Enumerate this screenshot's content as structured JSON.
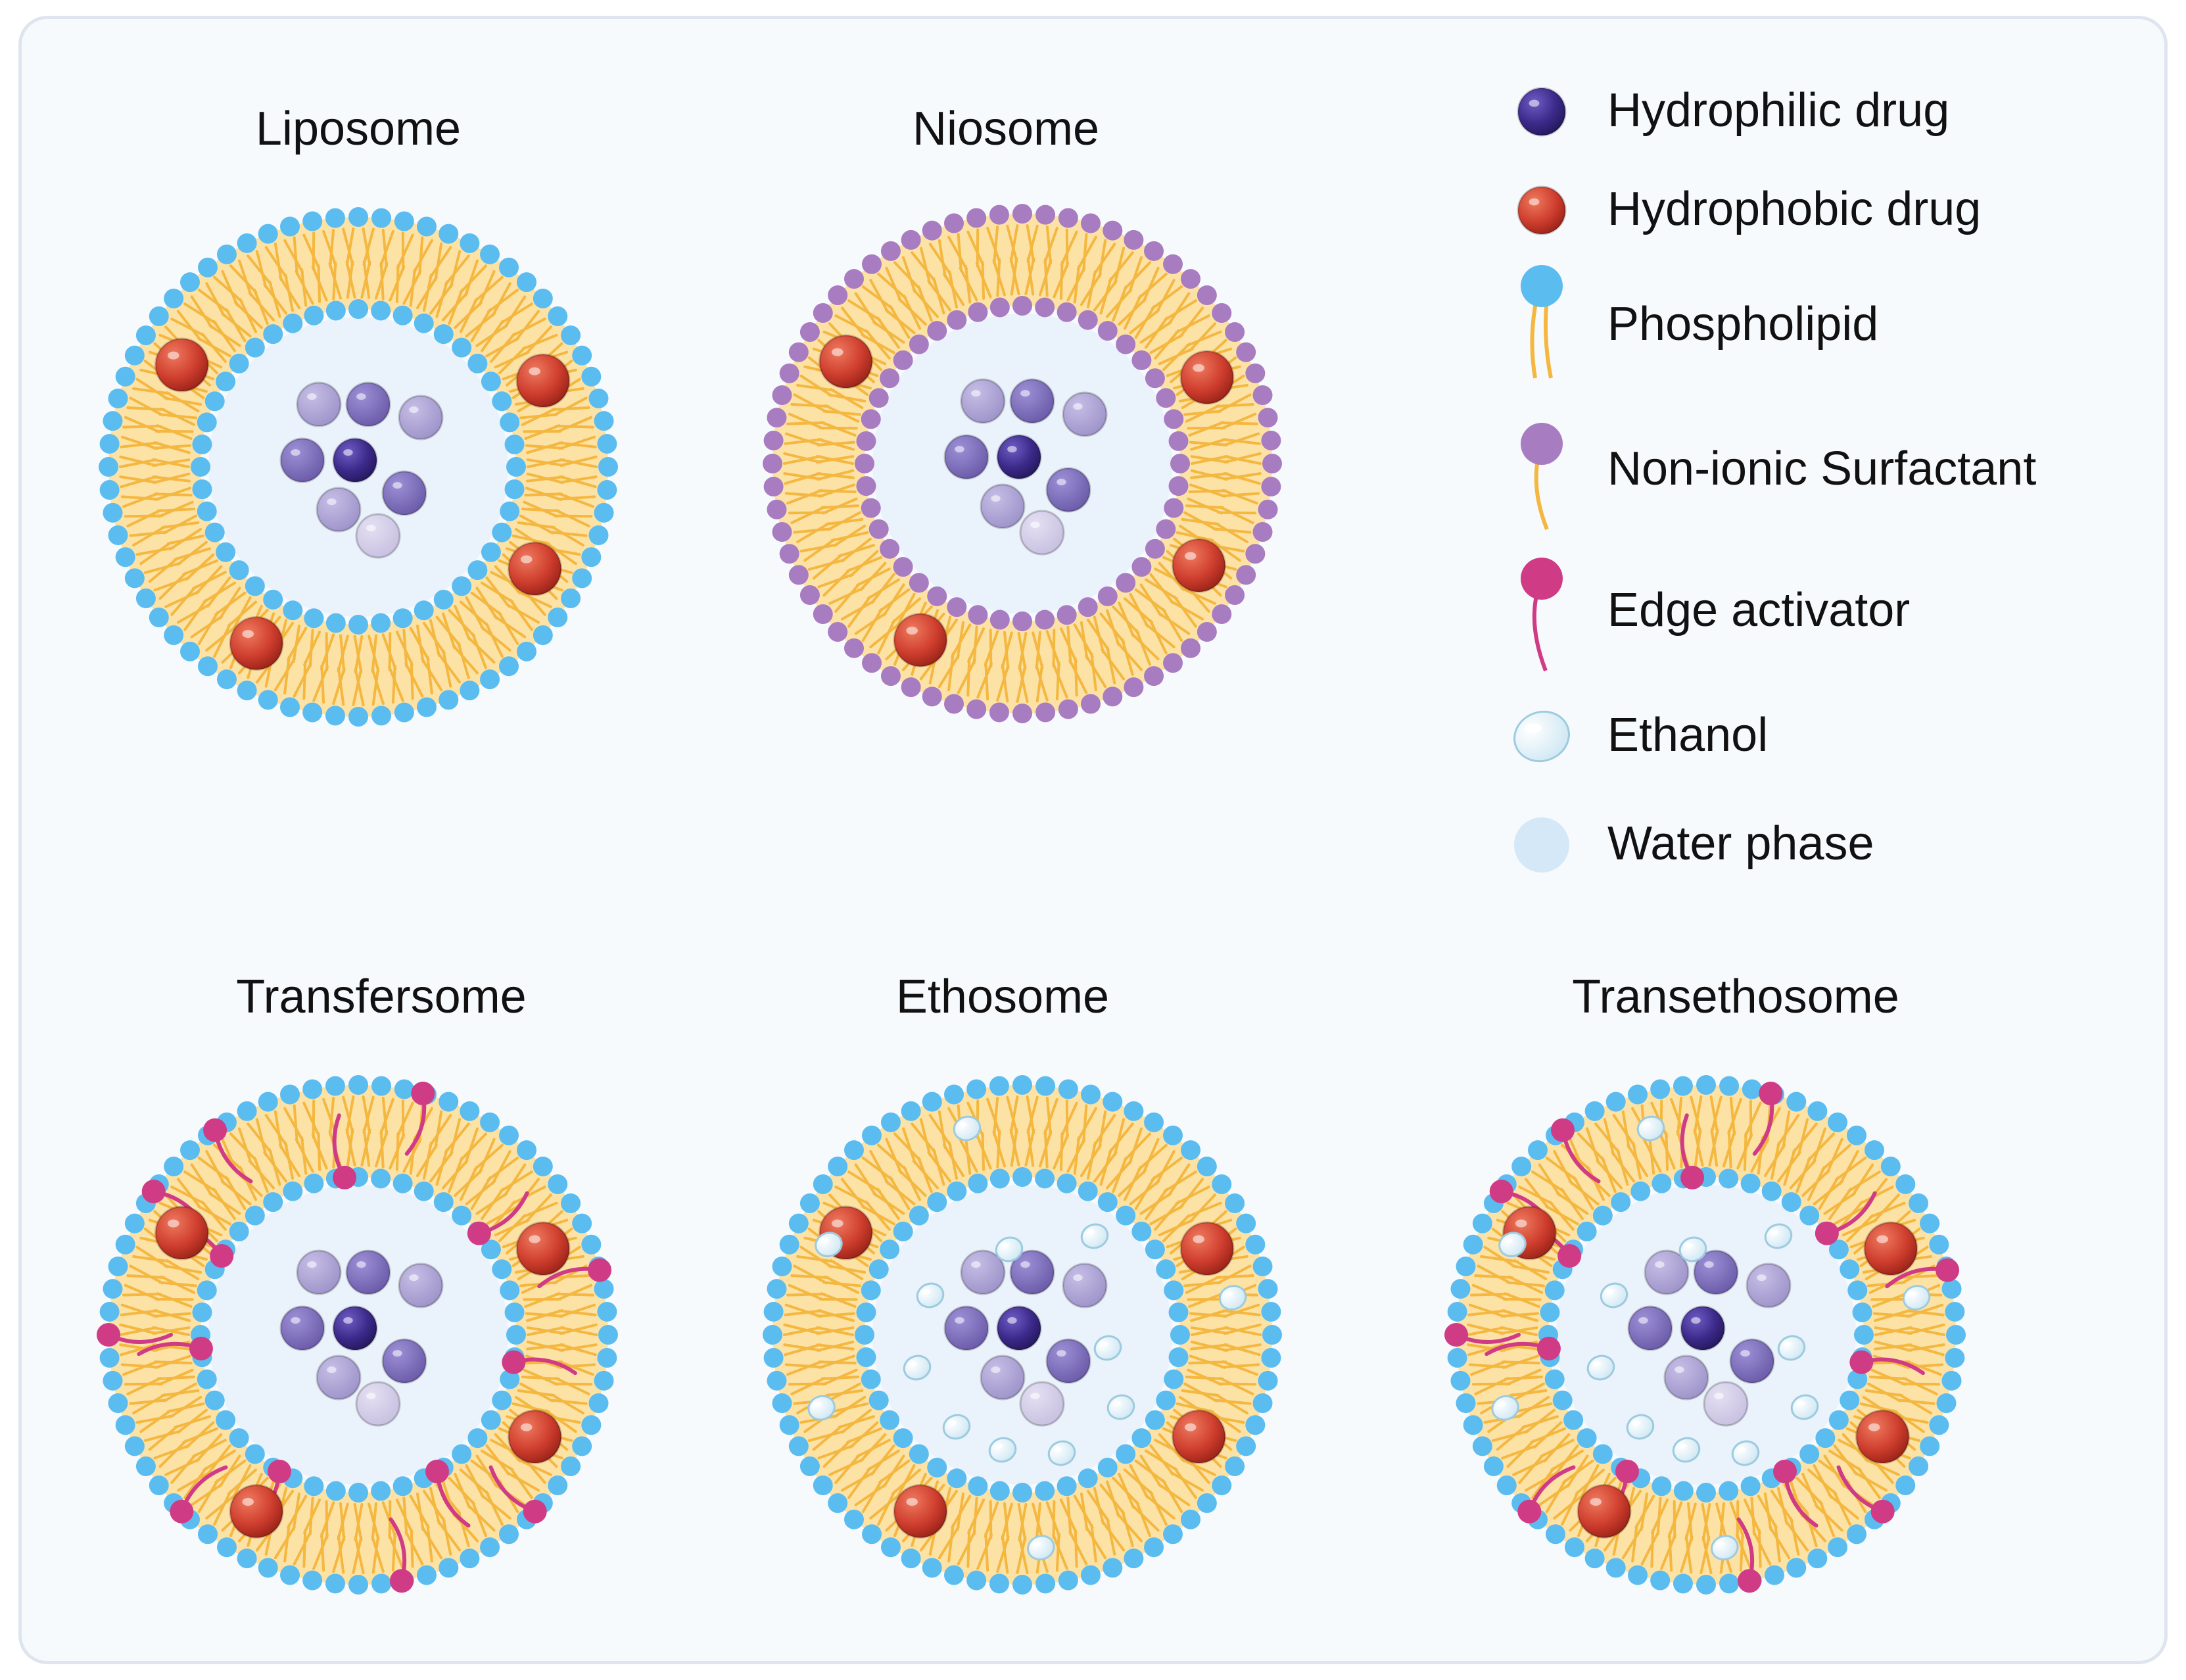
{
  "colors": {
    "background": "#f7fafd",
    "frame_border": "#dfe5ee",
    "phospholipid_head": "#5bbcf0",
    "surfactant_head": "#a87cc0",
    "lipid_tail": "#f4b740",
    "bilayer_fill": "#fde2a6",
    "core_fill": "#eaf2fb",
    "hydrophilic_drug": "#3c2a8a",
    "hydrophobic_drug": "#cf3e2e",
    "edge_activator": "#d03b86",
    "ethanol": "#e6f4fb",
    "water_phase": "#d5e8f8"
  },
  "vesicles": [
    {
      "id": "liposome",
      "title": "Liposome",
      "head": "phospholipid",
      "edge_activators": false,
      "ethanol": false
    },
    {
      "id": "niosome",
      "title": "Niosome",
      "head": "surfactant",
      "edge_activators": false,
      "ethanol": false
    },
    {
      "id": "transfersome",
      "title": "Transfersome",
      "head": "phospholipid",
      "edge_activators": true,
      "ethanol": false
    },
    {
      "id": "ethosome",
      "title": "Ethosome",
      "head": "phospholipid",
      "edge_activators": false,
      "ethanol": true
    },
    {
      "id": "transethosome",
      "title": "Transethosome",
      "head": "phospholipid",
      "edge_activators": true,
      "ethanol": true
    }
  ],
  "legend": [
    {
      "id": "hydrophilic-drug",
      "label": "Hydrophilic drug",
      "icon": "hydrophilic-drug-icon"
    },
    {
      "id": "hydrophobic-drug",
      "label": "Hydrophobic drug",
      "icon": "hydrophobic-drug-icon"
    },
    {
      "id": "phospholipid",
      "label": "Phospholipid",
      "icon": "phospholipid-icon"
    },
    {
      "id": "non-ionic-surfactant",
      "label": "Non-ionic Surfactant",
      "icon": "surfactant-icon"
    },
    {
      "id": "edge-activator",
      "label": "Edge activator",
      "icon": "edge-activator-icon"
    },
    {
      "id": "ethanol",
      "label": "Ethanol",
      "icon": "ethanol-icon"
    },
    {
      "id": "water-phase",
      "label": "Water phase",
      "icon": "water-phase-icon"
    }
  ]
}
